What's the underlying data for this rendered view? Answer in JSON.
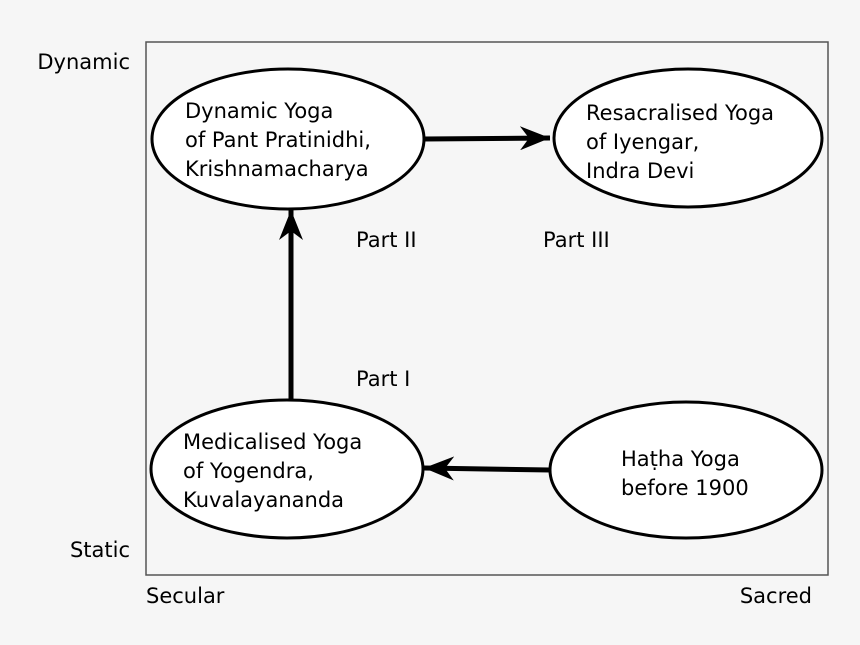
{
  "axes": {
    "y_top": "Dynamic",
    "y_bottom": "Static",
    "x_left": "Secular",
    "x_right": "Sacred"
  },
  "nodes": {
    "dynamic_yoga": [
      "Dynamic Yoga",
      "of Pant Pratinidhi,",
      "Krishnamacharya"
    ],
    "resacralised_yoga": [
      "Resacralised Yoga",
      "of Iyengar,",
      "Indra Devi"
    ],
    "medicalised_yoga": [
      "Medicalised Yoga",
      "of Yogendra,",
      "Kuvalayananda"
    ],
    "hatha_yoga": [
      "Haṭha Yoga",
      "before 1900"
    ]
  },
  "parts": {
    "part_1": "Part I",
    "part_2": "Part II",
    "part_3": "Part III"
  },
  "colors": {
    "background": "#f6f6f6",
    "stroke": "#000000",
    "frame": "#555555"
  }
}
